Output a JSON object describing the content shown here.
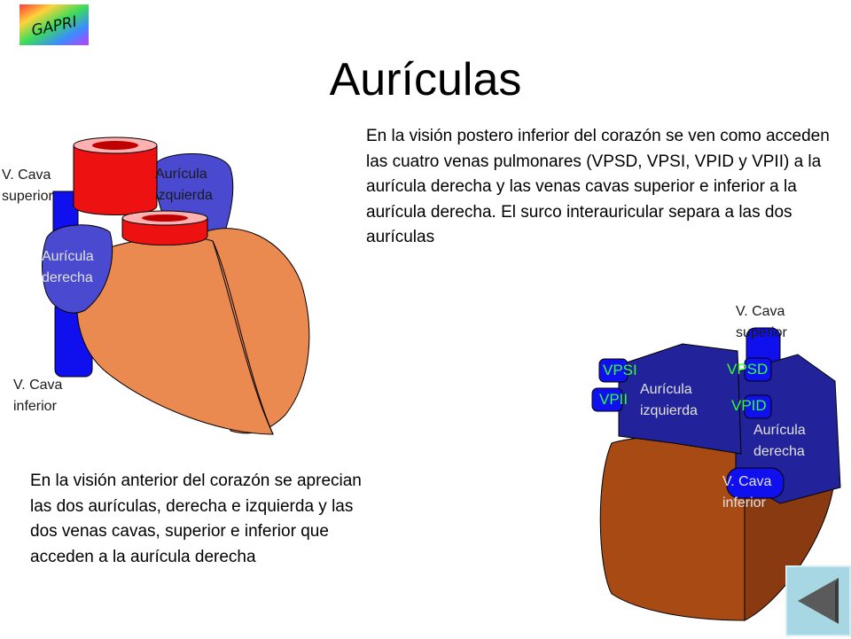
{
  "logo": {
    "text": "GAPRI",
    "icon": "rainbow-logo"
  },
  "title": "Aurículas",
  "paragraph_top": "En la visión postero inferior del corazón se ven como acceden las cuatro venas pulmonares (VPSD, VPSI, VPID y VPII) a la aurícula derecha y las venas cavas superior e inferior a la aurícula derecha. El surco interauricular separa a las dos aurículas",
  "paragraph_bottom": "En la visión anterior del corazón se aprecian las dos aurículas, derecha e izquierda y las dos venas cavas, superior e inferior que acceden a la aurícula derecha",
  "anterior_labels": {
    "vcava_sup": "V. Cava\nsuperior",
    "auricula_izq": "Aurícula\nizquierda",
    "auricula_der": "Aurícula\nderecha",
    "vcava_inf": "V. Cava\ninferior"
  },
  "posterior_labels": {
    "vcava_sup": "V. Cava\nsuperior",
    "vpsi": "VPSI",
    "vpsd": "VPSD",
    "vpii": "VPII",
    "vpid": "VPID",
    "auricula_izq": "Aurícula\nizquierda",
    "auricula_der": "Aurícula\nderecha",
    "vcava_inf": "V. Cava\ninferior"
  },
  "nav": {
    "icon": "back-triangle-icon"
  },
  "colors": {
    "vessel_blue": "#1010ee",
    "atrium_blue": "#4a4ad0",
    "dark_atrium": "#22229a",
    "aorta_red": "#ee1111",
    "ventricle_orange": "#ea8a50",
    "ventricle_brown": "#8a3a10",
    "label_green": "#33ff33",
    "button_bg": "#a7d7e3"
  }
}
